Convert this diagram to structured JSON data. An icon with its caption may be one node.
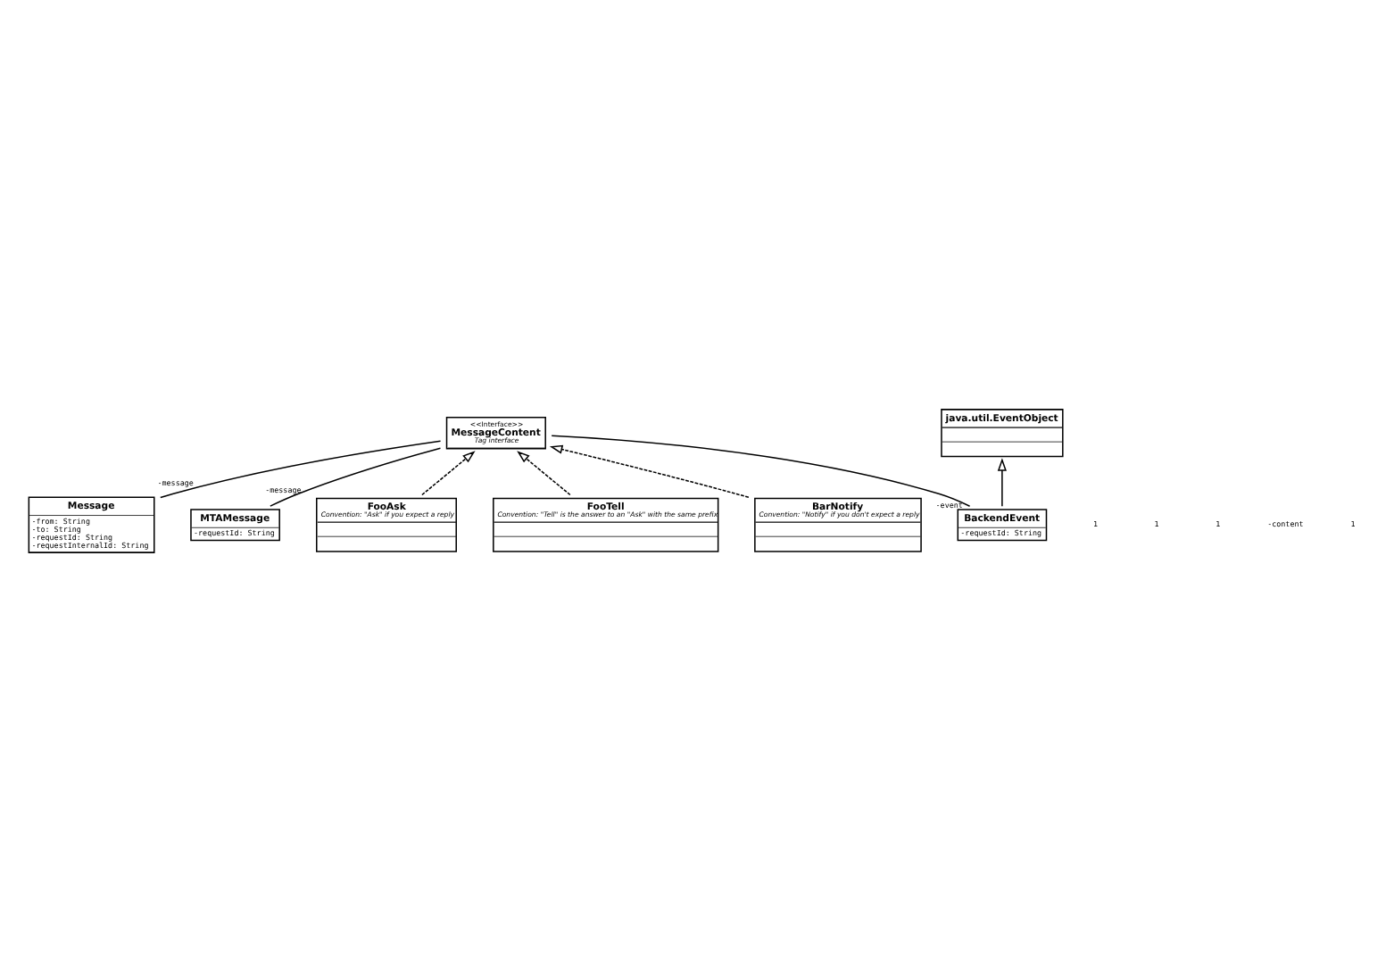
{
  "diagram": {
    "nodes": [
      {
        "text": [
          "Message",
          "-from: String",
          "-to: String",
          "-requestId: String",
          "-requestInternalId: String"
        ]
      },
      {
        "text": [
          "<<Interface>>",
          "MessageContent",
          "Tag interface"
        ]
      },
      {
        "text": [
          "MTAMessage",
          "-requestId: String"
        ]
      },
      {
        "text": [
          "FooAsk",
          "Convention: \"Ask\" if you expect a reply"
        ]
      },
      {
        "text": [
          "FooTell",
          "Convention: \"Tell\" is the answer to an \"Ask\" with the same prefix"
        ]
      },
      {
        "text": [
          "BarNotify",
          "Convention: \"Notify\" if you don't expect a reply"
        ]
      },
      {
        "text": [
          "BackendEvent",
          "-requestId: String"
        ]
      },
      {
        "text": [
          "java.util.EventObject"
        ]
      }
    ],
    "edges": [
      {
        "from": 0,
        "to": 1,
        "arrow": "none",
        "label": "-message"
      },
      {
        "from": 2,
        "to": 1,
        "arrow": "none",
        "label": "-message"
      },
      {
        "from": 6,
        "to": 1,
        "arrow": "none",
        "label": "-event"
      },
      {
        "from": 3,
        "to": 1,
        "arrow": "to",
        "style": "dashed"
      },
      {
        "from": 4,
        "to": 1,
        "arrow": "to",
        "style": "dashed"
      },
      {
        "from": 5,
        "to": 1,
        "arrow": "to",
        "style": "dashed"
      },
      {
        "from": 6,
        "to": 7,
        "arrow": "to"
      }
    ],
    "labels": [
      "1",
      "1",
      "1",
      "-content",
      "1"
    ]
  }
}
